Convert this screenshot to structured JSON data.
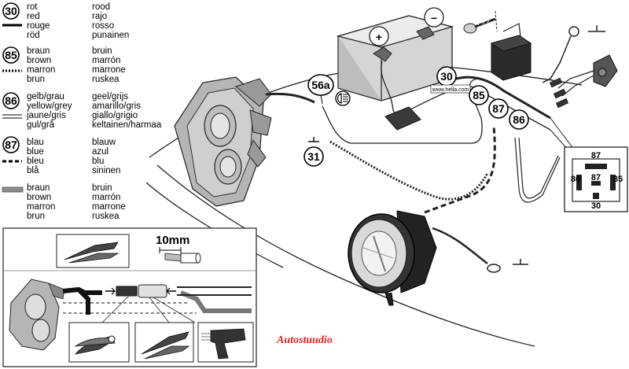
{
  "legend": [
    {
      "code": "30",
      "lines": [
        "rot",
        "red",
        "rouge",
        "röd"
      ],
      "lines2": [
        "rood",
        "rajo",
        "rosso",
        "punainen"
      ],
      "style": "solid"
    },
    {
      "code": "85",
      "lines": [
        "braun",
        "brown",
        "marron",
        "brun"
      ],
      "lines2": [
        "bruin",
        "marrón",
        "marrone",
        "ruskea"
      ],
      "style": "dotted"
    },
    {
      "code": "86",
      "lines": [
        "gelb/grau",
        "yellow/grey",
        "jaune/gris",
        "gul/grå"
      ],
      "lines2": [
        "geel/grijs",
        "amarillo/gris",
        "giallo/grigio",
        "keltainen/harmaa"
      ],
      "style": "double"
    },
    {
      "code": "87",
      "lines": [
        "blau",
        "blue",
        "bleu",
        "blå"
      ],
      "lines2": [
        "blauw",
        "azul",
        "blu",
        "sininen"
      ],
      "style": "dashed"
    },
    {
      "code": "",
      "lines": [
        "braun",
        "brown",
        "marron",
        "brun"
      ],
      "lines2": [
        "bruin",
        "marrón",
        "marrone",
        "ruskea"
      ],
      "style": "gray-bar"
    }
  ],
  "callouts": {
    "c56a": "56a",
    "c30": "30",
    "c85": "85",
    "c87": "87",
    "c86": "86",
    "c31": "31"
  },
  "battery": {
    "plus": "+",
    "minus": "−"
  },
  "relay": {
    "top": "87",
    "left": "86",
    "center": "87",
    "right": "85",
    "bottom": "30"
  },
  "website": "www.hella.com",
  "strip_length": "10mm",
  "watermark": "Autostuudio"
}
